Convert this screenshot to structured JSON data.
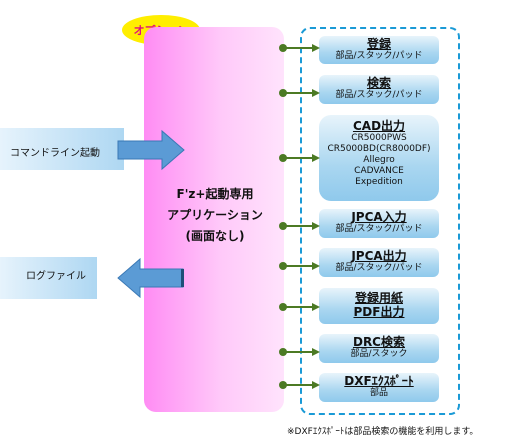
{
  "option_label": "オプション",
  "command_line": "コマンドライン起動",
  "log_file": "ログファイル",
  "app": {
    "line1": "F'z+起動専用",
    "line2": "アプリケーション",
    "line3": "(画面なし)"
  },
  "modules": [
    {
      "title": "登録",
      "lines": [
        "部品/スタック/パッド"
      ]
    },
    {
      "title": "検索",
      "lines": [
        "部品/スタック/パッド"
      ]
    },
    {
      "title": "CAD出力",
      "lines": [
        "CR5000PWS",
        "CR5000BD(CR8000DF)",
        "Allegro",
        "CADVANCE",
        "Expedition"
      ]
    },
    {
      "title": "JPCA入力",
      "lines": [
        "部品/スタック/パッド"
      ]
    },
    {
      "title": "JPCA出力",
      "lines": [
        "部品/スタック/パッド"
      ]
    },
    {
      "title": "登録用紙",
      "title2": "PDF出力",
      "lines": []
    },
    {
      "title": "DRC検索",
      "lines": [
        "部品/スタック"
      ]
    },
    {
      "title": "DXFｴｸｽﾎﾟｰﾄ",
      "lines": [
        "部品"
      ]
    }
  ],
  "note": "※DXFｴｸｽﾎﾟｰﾄは部品検索の機能を利用します。",
  "colors": {
    "dashed_border": "#1a9ad6",
    "connector": "#4c7a24",
    "option_badge": "#ffee00",
    "option_text": "#e0107a",
    "arrow_fill": "#5b9bd5"
  }
}
